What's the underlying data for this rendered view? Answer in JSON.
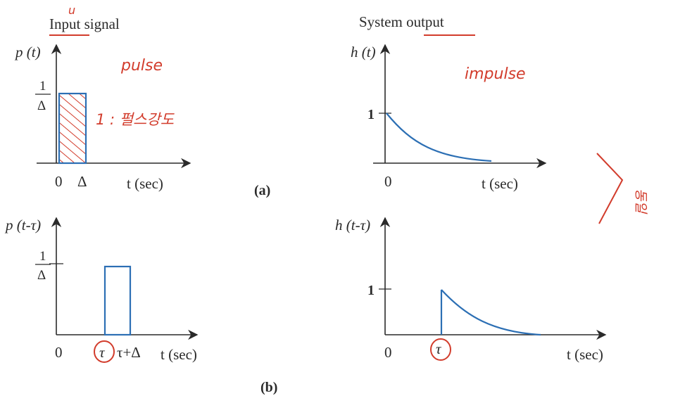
{
  "labels": {
    "input_header": "Input signal",
    "output_header": "System output",
    "pt": "p (t)",
    "ht": "h (t)",
    "pt_tau": "p (t-τ)",
    "ht_tau": "h (t-τ)",
    "one_over_delta_num": "1",
    "one_over_delta_den": "Δ",
    "one": "1",
    "zero": "0",
    "delta": "Δ",
    "tau": "τ",
    "tau_plus_delta": "τ+Δ",
    "t_sec": "t (sec)",
    "panel_a": "(a)",
    "panel_b": "(b)"
  },
  "annotations": {
    "u_mark": "u",
    "pulse": "pulse",
    "impulse": "impulse",
    "pulse_strength": "1 : 펄스강도",
    "same": "동일"
  },
  "colors": {
    "signal": "#2c6fb4",
    "annotation": "#d23c2c",
    "axis": "#2a2a2a"
  }
}
